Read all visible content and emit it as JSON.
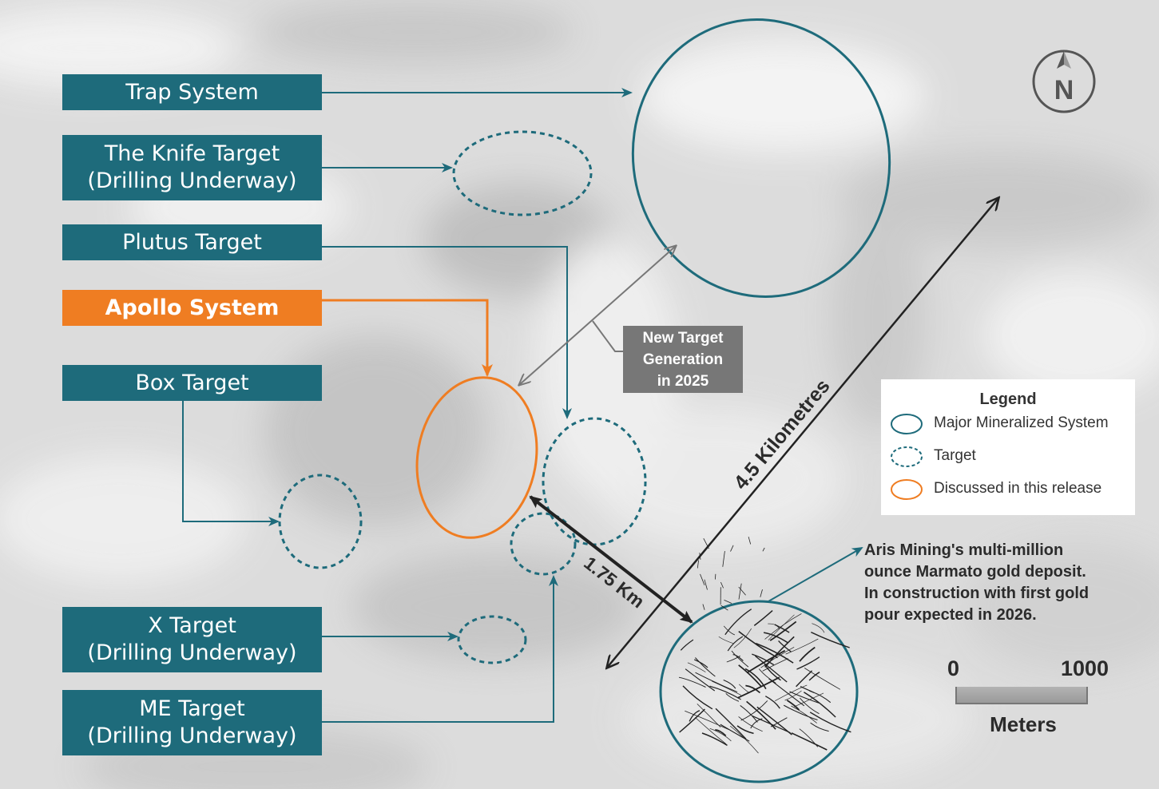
{
  "labels": {
    "trap": "Trap System",
    "knife_line1": "The Knife Target",
    "knife_line2": "(Drilling Underway)",
    "plutus": "Plutus Target",
    "apollo": "Apollo System",
    "box": "Box Target",
    "x_line1": "X Target",
    "x_line2": "(Drilling Underway)",
    "me_line1": "ME Target",
    "me_line2": "(Drilling Underway)"
  },
  "new_target": {
    "line1": "New Target",
    "line2": "Generation",
    "line3": "in 2025"
  },
  "distances": {
    "long": "4.5 Kilometres",
    "short": "1.75 Km"
  },
  "legend": {
    "title": "Legend",
    "items": [
      {
        "label": "Major Mineralized System",
        "style": "solid",
        "color": "#1e6b7b"
      },
      {
        "label": "Target",
        "style": "dashed",
        "color": "#1e6b7b"
      },
      {
        "label": "Discussed in this release",
        "style": "solid",
        "color": "#ef7d22"
      }
    ]
  },
  "marmato": {
    "line1": "Aris Mining's multi-million",
    "line2": "ounce Marmato gold deposit.",
    "line3": "In construction with first gold",
    "line4": "pour expected in 2026."
  },
  "scale": {
    "min": "0",
    "max": "1000",
    "unit": "Meters"
  },
  "north": {
    "letter": "N",
    "icon": "north-arrow-icon"
  },
  "colors": {
    "teal": "#1e6b7b",
    "orange": "#ef7d22",
    "gray": "#777777",
    "dark": "#2b2b2b"
  }
}
